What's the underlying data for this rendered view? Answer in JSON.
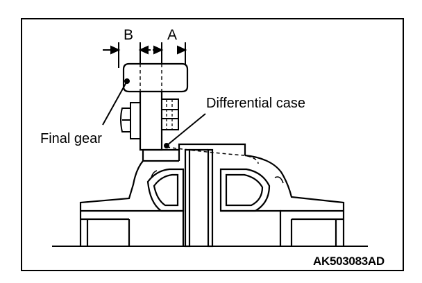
{
  "labels": {
    "dimension_b": "B",
    "dimension_a": "A",
    "differential_case": "Differential case",
    "final_gear": "Final gear",
    "figure_code": "AK503083AD"
  }
}
